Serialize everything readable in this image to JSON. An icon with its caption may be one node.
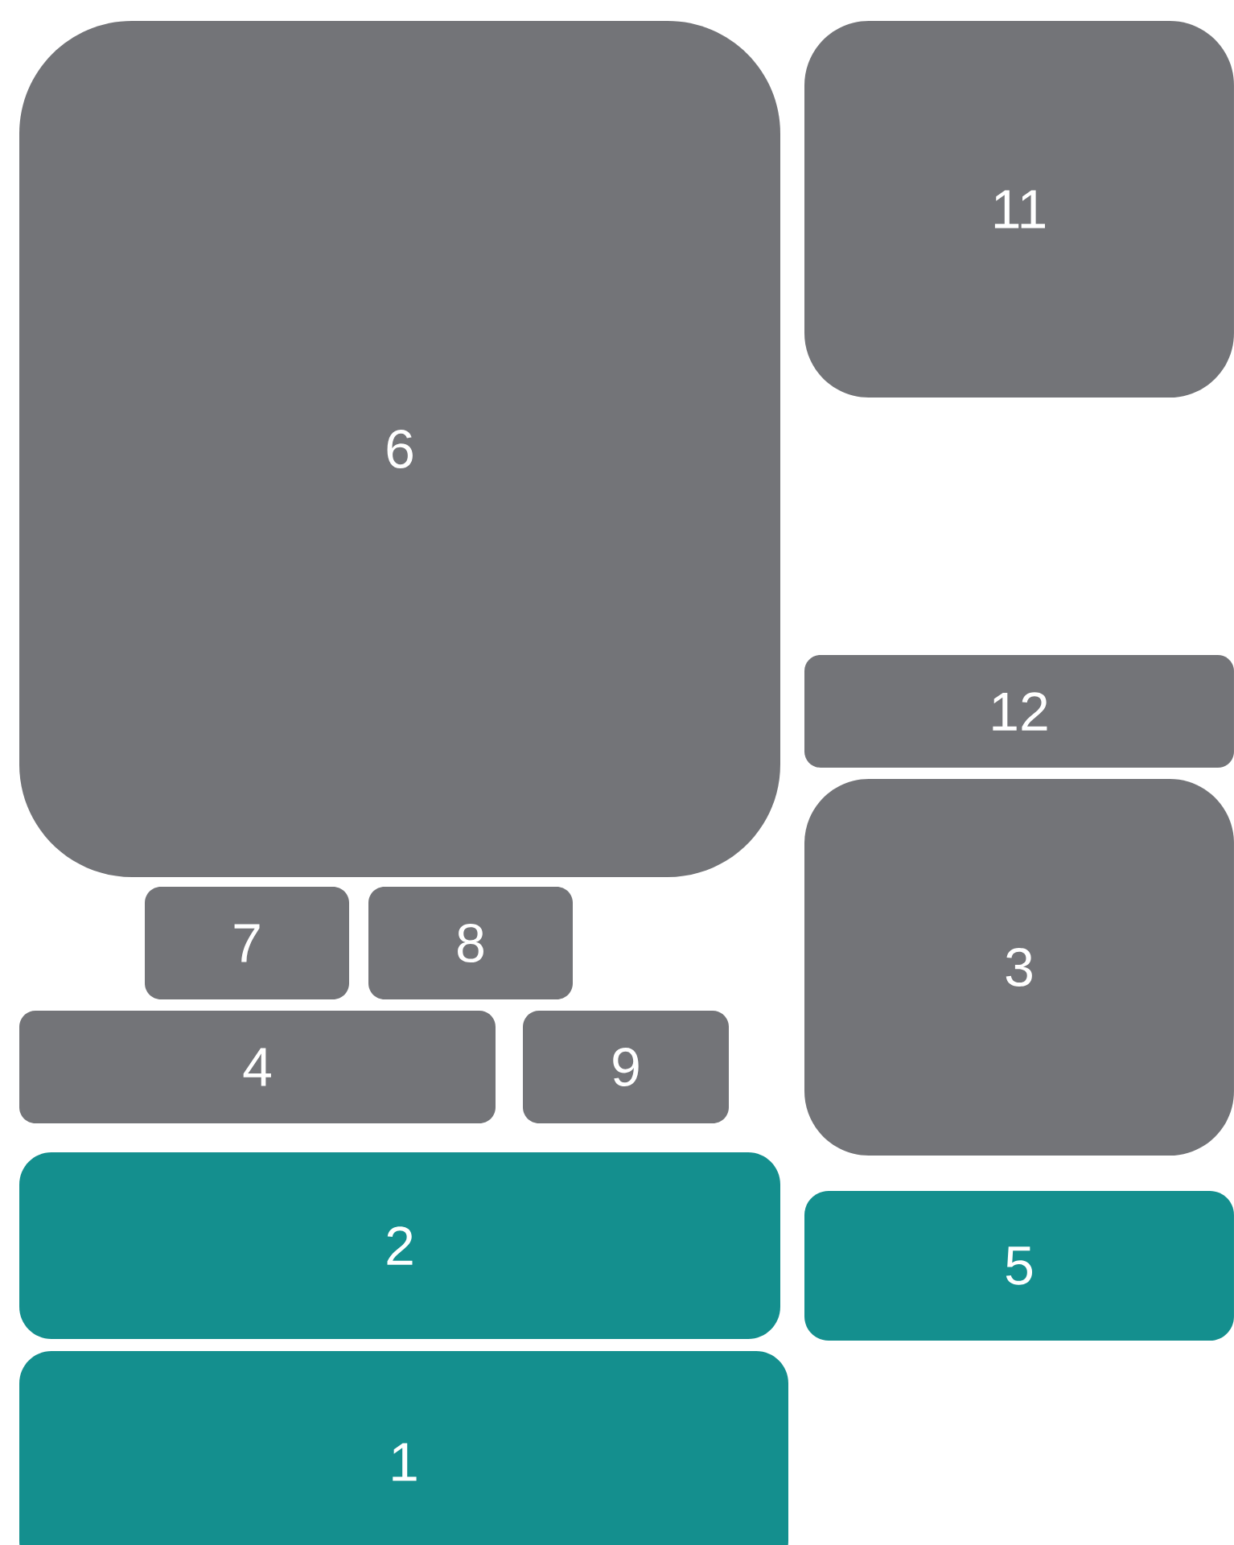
{
  "diagram": {
    "nodes": [
      {
        "text": [
          "6"
        ]
      },
      {
        "text": [
          "11"
        ]
      },
      {
        "text": [
          "12"
        ]
      },
      {
        "text": [
          "3"
        ]
      },
      {
        "text": [
          "7"
        ]
      },
      {
        "text": [
          "8"
        ]
      },
      {
        "text": [
          "4"
        ]
      },
      {
        "text": [
          "9"
        ]
      },
      {
        "text": [
          "2"
        ]
      },
      {
        "text": [
          "5"
        ]
      },
      {
        "text": [
          "1"
        ]
      }
    ]
  }
}
